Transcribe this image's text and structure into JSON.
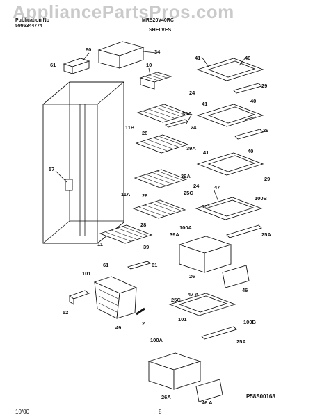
{
  "header": {
    "publication_label": "Publication No",
    "publication_number": "5995344774",
    "model": "MRS20V40RC",
    "section_title": "SHELVES"
  },
  "watermark": "AppliancePartsPros.com",
  "footer": {
    "date": "10/00",
    "page": "8",
    "figure_code": "P58S00168"
  },
  "callouts": [
    "60",
    "34",
    "61",
    "10",
    "41",
    "40",
    "24",
    "29",
    "41",
    "40",
    "24",
    "29",
    "39A",
    "11B",
    "28",
    "39A",
    "41",
    "40",
    "57",
    "39A",
    "29",
    "24",
    "47",
    "25C",
    "100B",
    "11A",
    "28",
    "101",
    "28",
    "100A",
    "39A",
    "25A",
    "11",
    "39",
    "26",
    "61",
    "61",
    "46",
    "101",
    "52",
    "49",
    "2",
    "25C",
    "47 A",
    "101",
    "100B",
    "100A",
    "25A",
    "26A",
    "46 A"
  ]
}
